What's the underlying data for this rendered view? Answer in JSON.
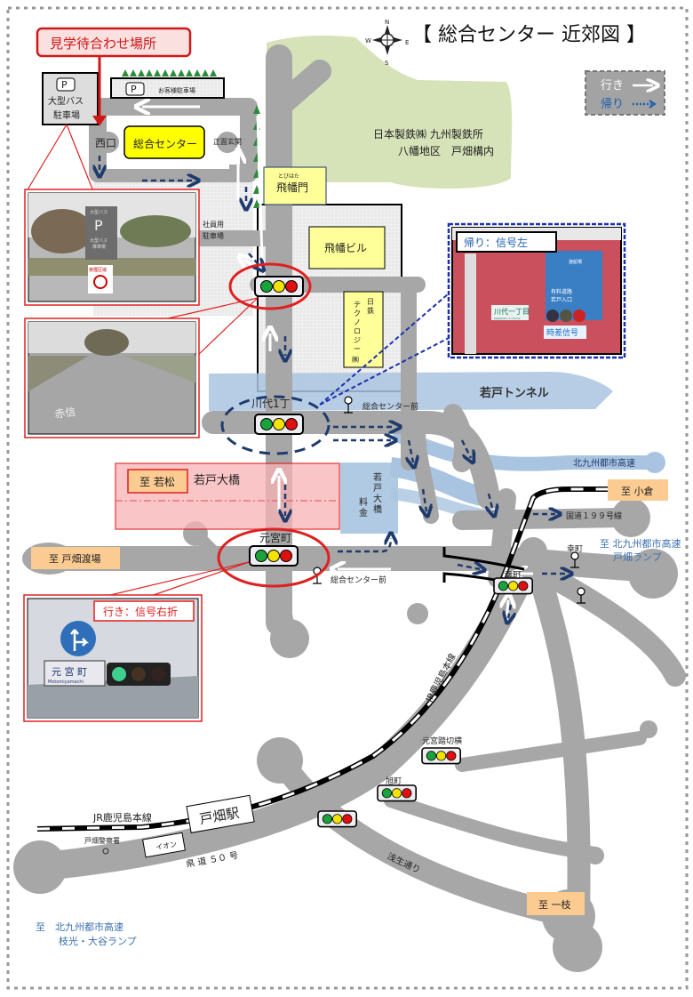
{
  "title": "【 総合センター 近郊図 】",
  "compass": {
    "n": "N",
    "s": "S",
    "e": "E",
    "w": "W"
  },
  "legend": {
    "go": "行き",
    "back": "帰り"
  },
  "meeting_point": "見学待合わせ場所",
  "facilities": {
    "bus_parking_p": "P",
    "bus_parking": [
      "大型バス",
      "駐車場"
    ],
    "guest_parking_p": "P",
    "guest_parking": "お客様駐車場",
    "west_entrance": "西口",
    "center": "総合センター",
    "main_entrance": "正面玄関",
    "gate_ruby": "とびはた",
    "gate": "飛幡門",
    "staff_parking": [
      "社員用",
      "駐車場"
    ],
    "building": "飛幡ビル",
    "technology": [
      "日",
      "鉄",
      "テ",
      "ク",
      "ノ",
      "ロ",
      "ジ",
      "ー",
      "㈱"
    ],
    "steelworks": [
      "日本製鉄㈱ 九州製鉄所",
      "八幡地区　戸畑構内"
    ]
  },
  "places": {
    "kawashiro": "川代1丁",
    "bus_stop_1": "総合センター前",
    "tunnel": "若戸トンネル",
    "to_wakamatsu": "至 若松",
    "bridge": "若戸大橋",
    "toll": [
      "若",
      "戸",
      "大",
      "橋"
    ],
    "toll_fee": [
      "料",
      "金"
    ],
    "to_ferry": "至 戸畑渡場",
    "motomiya": "元宮町",
    "bus_stop_2": "総合センター前",
    "expressway": "北九州都市高速",
    "to_kokura": "至 小倉",
    "route199": "国道１９９号線",
    "saiwai_stop": "幸町",
    "saiwai": "幸町",
    "tobata_ramp": [
      "至 北九州都市高速",
      "戸畑ランプ"
    ],
    "jr_line_diag": "JR鹿児島本線",
    "motomiya_crossing": "元宮踏切横",
    "asahi": "旭町",
    "jr_line": "JR鹿児島本線",
    "station": "戸畑駅",
    "police": "戸畑警察署",
    "aeon": "イオン",
    "pref_road": "県 道 ５０ 号",
    "asao": "浅生通り",
    "to_ichieda": "至 一枝",
    "edamitsu_ramp": [
      "至　北九州都市高速",
      "枝光・大谷ランプ"
    ]
  },
  "photos": {
    "bus_sign": [
      "大型バス",
      "P",
      "大型バス",
      "降車場"
    ],
    "no_smoking": "禁煙区域",
    "road_marking": "赤信",
    "return_label": "帰り：信号左",
    "kawashiro_sign": "川代一丁目",
    "kawashiro_roman": "Kawashiro 1-chome",
    "time_diff": "時差信号",
    "guide_sign": [
      "有料道路",
      "若戸入口"
    ],
    "ferry_sign": "渡船場",
    "go_label": "行き：信号右折",
    "motomiya_sign": "元 宮 町",
    "motomiya_roman": "Motomiyamachi"
  },
  "colors": {
    "road": "#a7a7a7",
    "go": "#ffffff",
    "back": "#1f3b6e",
    "accent": "#e02020",
    "expressway": "#a9c4e0",
    "plant": "#d6e2b8",
    "label_orange": "#fbcb92",
    "building": "#ffff99"
  }
}
